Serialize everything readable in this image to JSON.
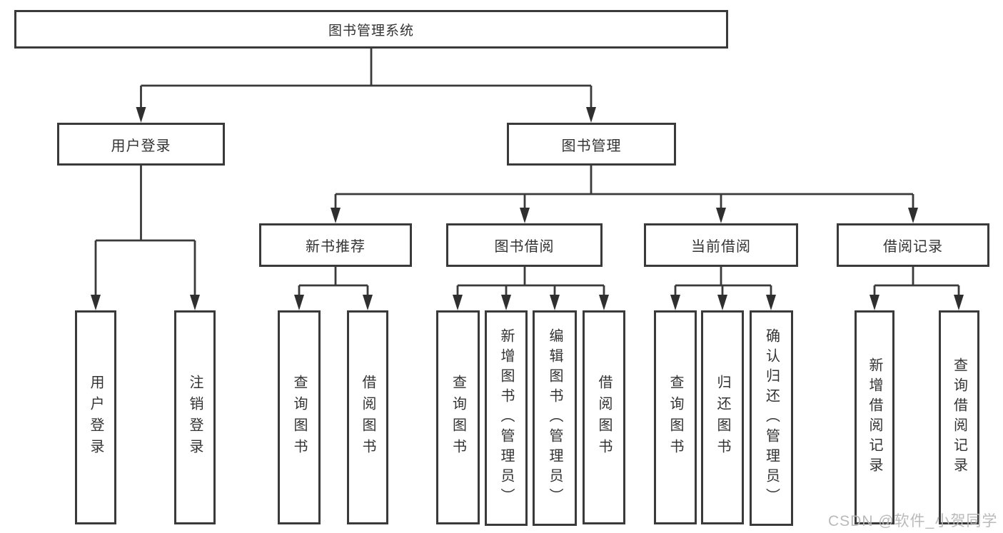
{
  "diagram": {
    "root": {
      "label": "图书管理系统",
      "children": [
        {
          "label": "用户登录",
          "children": [
            {
              "label": "用户登录"
            },
            {
              "label": "注销登录"
            }
          ]
        },
        {
          "label": "图书管理",
          "children": [
            {
              "label": "新书推荐",
              "children": [
                {
                  "label": "查询图书"
                },
                {
                  "label": "借阅图书"
                }
              ]
            },
            {
              "label": "图书借阅",
              "children": [
                {
                  "label": "查询图书"
                },
                {
                  "label": "新增图书（管理员）"
                },
                {
                  "label": "编辑图书（管理员）"
                },
                {
                  "label": "借阅图书"
                }
              ]
            },
            {
              "label": "当前借阅",
              "children": [
                {
                  "label": "查询图书"
                },
                {
                  "label": "归还图书"
                },
                {
                  "label": "确认归还（管理员）"
                }
              ]
            },
            {
              "label": "借阅记录",
              "children": [
                {
                  "label": "新增借阅记录"
                },
                {
                  "label": "查询借阅记录"
                }
              ]
            }
          ]
        }
      ]
    }
  },
  "watermark": "CSDN @软件_小贺同学",
  "colors": {
    "line": "#3a3a3a",
    "text": "#333333",
    "background": "#ffffff",
    "watermark": "#b6b6b6"
  }
}
